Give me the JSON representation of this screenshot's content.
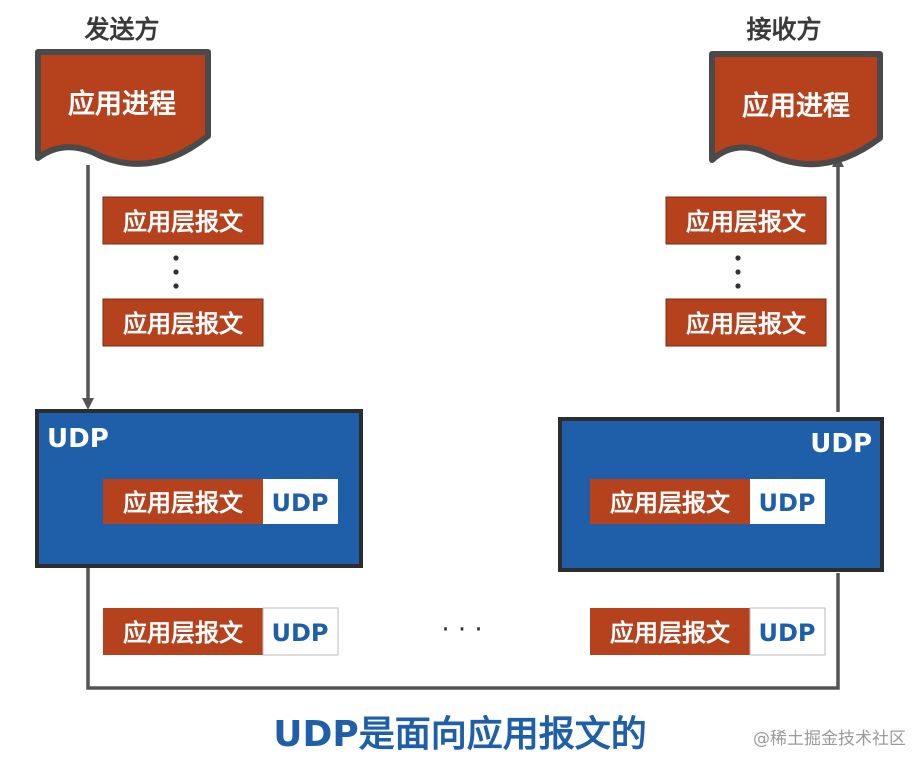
{
  "sender": {
    "title": "发送方",
    "process": "应用进程",
    "messages": [
      "应用层报文",
      "应用层报文"
    ],
    "udp_label": "UDP",
    "segment": {
      "payload": "应用层报文",
      "header": "UDP"
    }
  },
  "receiver": {
    "title": "接收方",
    "process": "应用进程",
    "messages": [
      "应用层报文",
      "应用层报文"
    ],
    "udp_label": "UDP",
    "segment": {
      "payload": "应用层报文",
      "header": "UDP"
    }
  },
  "transit": {
    "left": {
      "payload": "应用层报文",
      "header": "UDP"
    },
    "right": {
      "payload": "应用层报文",
      "header": "UDP"
    },
    "ellipsis": "· · ·"
  },
  "caption": "UDP是面向应用报文的",
  "watermark": "@稀土掘金技术社区",
  "colors": {
    "process_fill": "#b5411d",
    "process_stroke": "#4a4a4a",
    "message_fill": "#b5411d",
    "udp_fill": "#1f5ea8",
    "udp_stroke": "#2d2d2d",
    "line": "#555555",
    "caption": "#1f5ea8"
  }
}
